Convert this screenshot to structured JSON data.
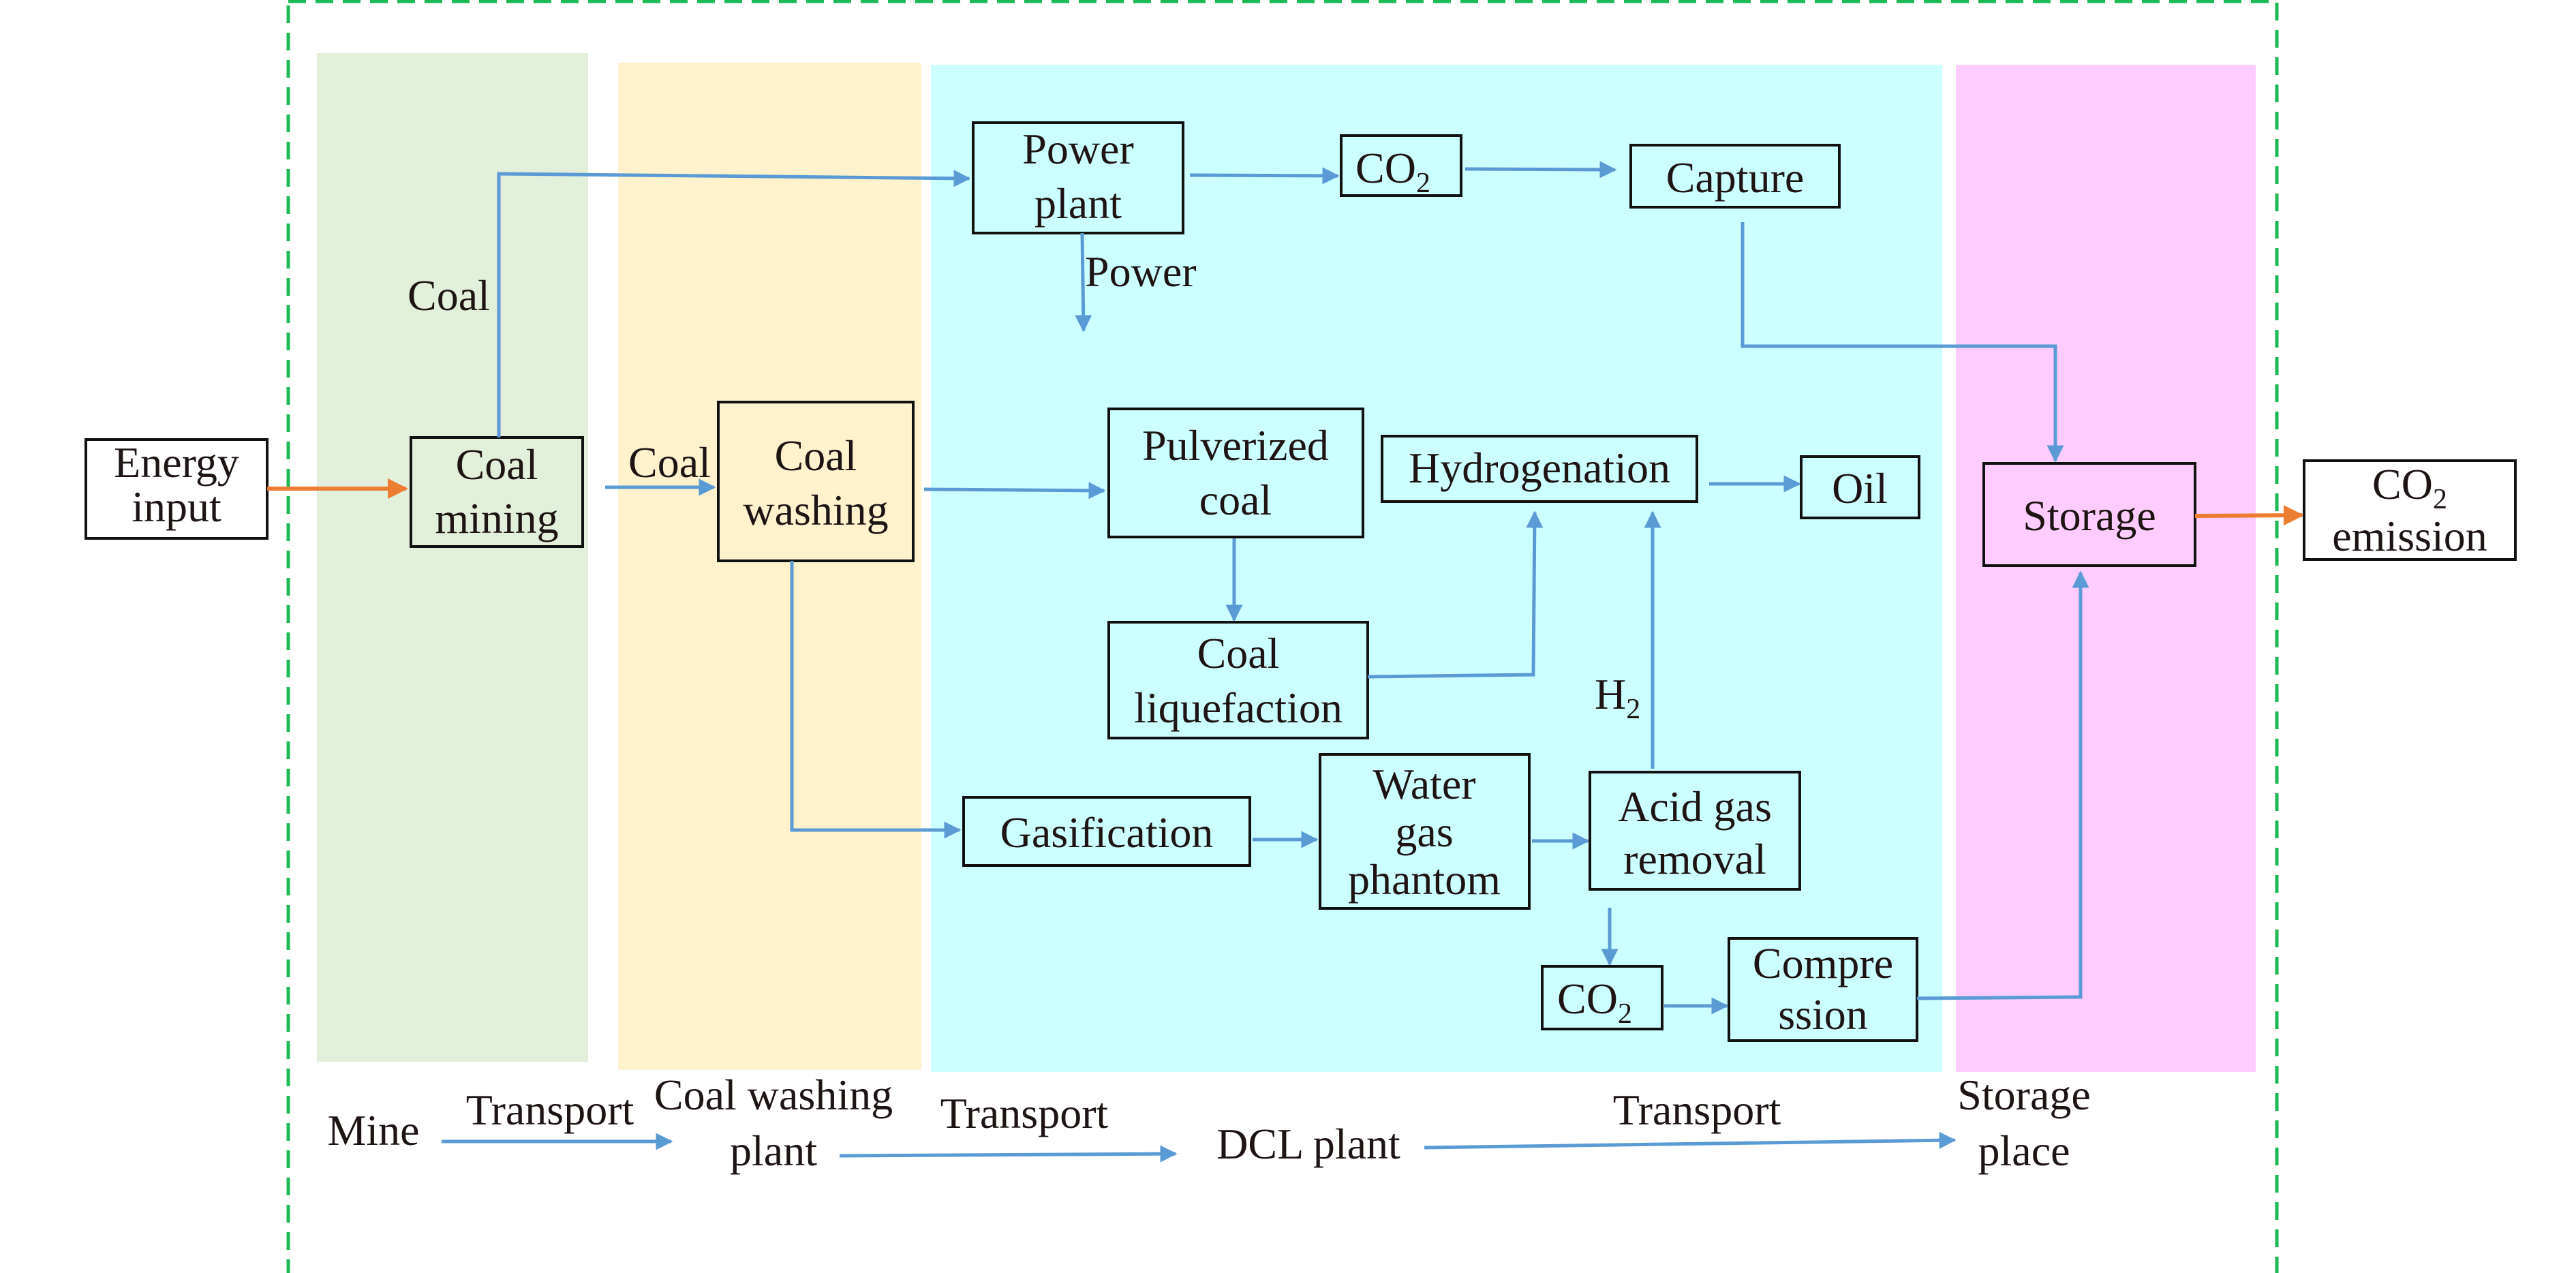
{
  "diagram": {
    "title": "",
    "colors": {
      "boundary": "#1db954",
      "mine_zone": "#e2efda",
      "washing_zone": "#fff2cc",
      "dcl_zone": "#ccffff",
      "storage_zone": "#ffccff",
      "flow": "#5b9bd5",
      "energy_flow": "#ed7d31"
    },
    "external": {
      "energy_input": [
        "Energy",
        "input"
      ],
      "co2_emission": [
        "CO",
        "2",
        "emission"
      ]
    },
    "nodes": {
      "coal_mining": [
        "Coal",
        "mining"
      ],
      "coal_washing": [
        "Coal",
        "washing"
      ],
      "power_plant": [
        "Power",
        "plant"
      ],
      "co2_top": [
        "CO",
        "2"
      ],
      "capture": "Capture",
      "pulverized_coal": [
        "Pulverized",
        "coal"
      ],
      "hydrogenation": "Hydrogenation",
      "oil": "Oil",
      "coal_liquefaction": [
        "Coal",
        "liquefaction"
      ],
      "gasification": "Gasification",
      "water_gas": [
        "Water",
        "gas",
        "phantom"
      ],
      "acid_gas": [
        "Acid gas",
        "removal"
      ],
      "co2_bottom": [
        "CO",
        "2"
      ],
      "compression": [
        "Compre",
        "ssion"
      ],
      "storage": "Storage"
    },
    "edge_labels": {
      "coal_up": "Coal",
      "coal_right": "Coal",
      "power": "Power",
      "h2": [
        "H",
        "2"
      ]
    },
    "stages": {
      "mine": "Mine",
      "transport1": "Transport",
      "washing_plant": [
        "Coal washing",
        "plant"
      ],
      "transport2": "Transport",
      "dcl_plant": "DCL plant",
      "transport3": "Transport",
      "storage_place": [
        "Storage",
        "place"
      ]
    }
  }
}
